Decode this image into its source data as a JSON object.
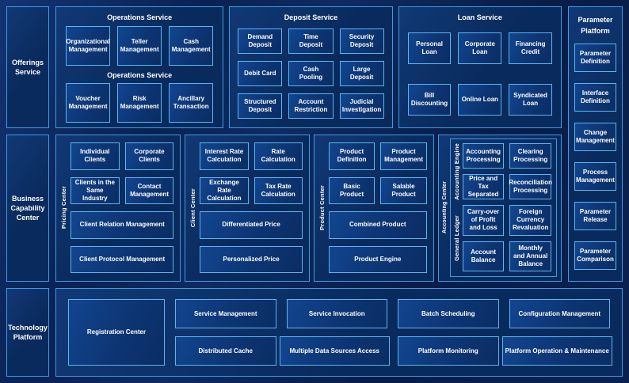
{
  "colors": {
    "page_bg": "#0a2150",
    "panel_bg": "#092a5c",
    "panel_border": "#3f9be0",
    "box_bg": "#0d3574",
    "box_border": "#5cb6f0",
    "text": "#ffffff"
  },
  "left_column": {
    "offerings": "Offerings Service",
    "business": "Business Capability Center",
    "technology": "Technology Platform"
  },
  "operations_service": {
    "title": "Operations Service",
    "subtitle": "Operations Service",
    "boxes": [
      "Organizational Management",
      "Teller Management",
      "Cash Management",
      "Voucher Management",
      "Risk Management",
      "Ancillary Transaction"
    ]
  },
  "deposit_service": {
    "title": "Deposit Service",
    "boxes": [
      "Demand Deposit",
      "Time Deposit",
      "Security Deposit",
      "Debit Card",
      "Cash Pooling",
      "Large Deposit",
      "Structured Deposit",
      "Account Restriction",
      "Judicial Investigation"
    ]
  },
  "loan_service": {
    "title": "Loan Service",
    "boxes": [
      "Personal Loan",
      "Corporate Loan",
      "Financing Credit",
      "Bill Discounting",
      "Online Loan",
      "Syndicated Loan"
    ]
  },
  "parameter_platform": {
    "title": "Parameter Platform",
    "boxes": [
      "Parameter Definition",
      "Interface Definition",
      "Change Management",
      "Process Management",
      "Parameter Release",
      "Parameter Comparison"
    ]
  },
  "pricing_center": {
    "label": "Pricing Center",
    "boxes": [
      "Individual Clients",
      "Corporate Clients",
      "Clients in the Same Industry",
      "Contact Management",
      "Client Relation Management",
      "Client Protocol Management"
    ]
  },
  "client_center": {
    "label": "Client Center",
    "boxes": [
      "Interest Rate Calculation",
      "Rate Calculation",
      "Exchange Rate Calculation",
      "Tax Rate Calculation",
      "Differentiated Price",
      "Personalized Price"
    ]
  },
  "product_center": {
    "label": "Product Center",
    "boxes": [
      "Product Definition",
      "Product Management",
      "Basic Product",
      "Salable Product",
      "Combined Product",
      "Product Engine"
    ]
  },
  "accounting": {
    "outer_label": "Accounting Center",
    "engine_label": "Accounting Engine",
    "ledger_label": "General  Ledger",
    "engine_boxes": [
      "Accounting Processing",
      "Clearing Processing",
      "Price and Tax Separated",
      "Reconciliation Processing"
    ],
    "ledger_boxes": [
      "Carry-over of Profit and Loss",
      "Foreign Currency Revaluation",
      "Account Balance",
      "Monthly and Annual Balance"
    ]
  },
  "bottom_panel": {
    "registration": "Registration Center",
    "columns": [
      [
        "Service Management",
        "Distributed Cache"
      ],
      [
        "Service Invocation",
        "Multiple Data Sources Access"
      ],
      [
        "Batch Scheduling",
        "Platform Monitoring"
      ],
      [
        "Configuration Management",
        "Platform Operation & Maintenance"
      ]
    ]
  }
}
